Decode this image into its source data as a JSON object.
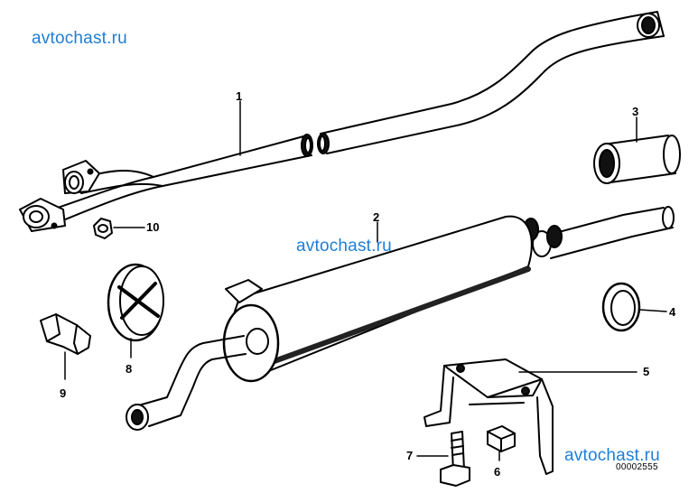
{
  "watermarks": [
    "avtochast.ru",
    "avtochast.ru",
    "avtochast.ru"
  ],
  "callouts": [
    "1",
    "2",
    "3",
    "4",
    "5",
    "6",
    "7",
    "8",
    "9",
    "10"
  ],
  "diagram_code": "00002555"
}
